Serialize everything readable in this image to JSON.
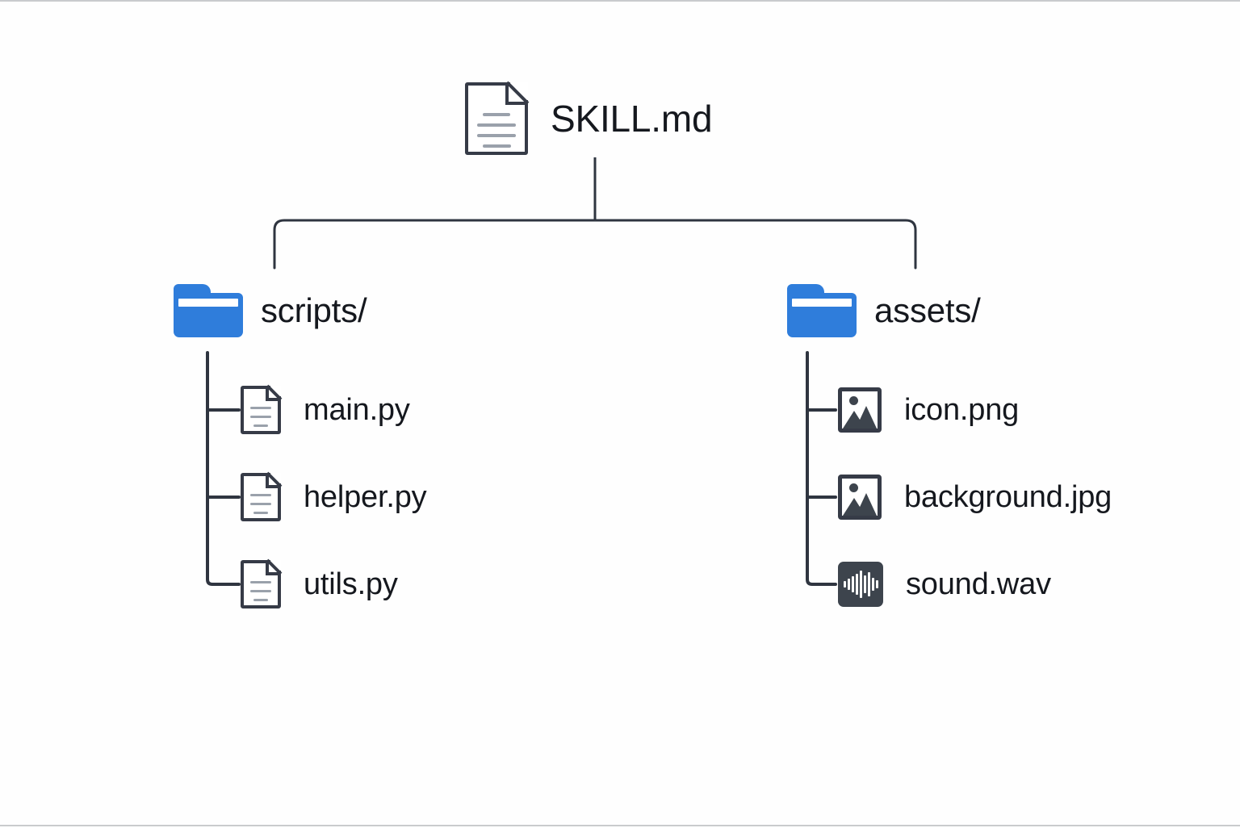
{
  "diagram": {
    "type": "file-tree",
    "background_color": "#fefefe",
    "text_color": "#15181e",
    "connector_color": "#2f3540",
    "folder_color": "#2f7ddb",
    "icon_outline_color": "#363b47",
    "root": {
      "label": "SKILL.md",
      "icon": "document-icon"
    },
    "branches": [
      {
        "label": "scripts/",
        "icon": "folder-icon",
        "children": [
          {
            "label": "main.py",
            "icon": "document-icon"
          },
          {
            "label": "helper.py",
            "icon": "document-icon"
          },
          {
            "label": "utils.py",
            "icon": "document-icon"
          }
        ]
      },
      {
        "label": "assets/",
        "icon": "folder-icon",
        "children": [
          {
            "label": "icon.png",
            "icon": "image-file-icon"
          },
          {
            "label": "background.jpg",
            "icon": "image-file-icon"
          },
          {
            "label": "sound.wav",
            "icon": "audio-file-icon"
          }
        ]
      }
    ]
  }
}
